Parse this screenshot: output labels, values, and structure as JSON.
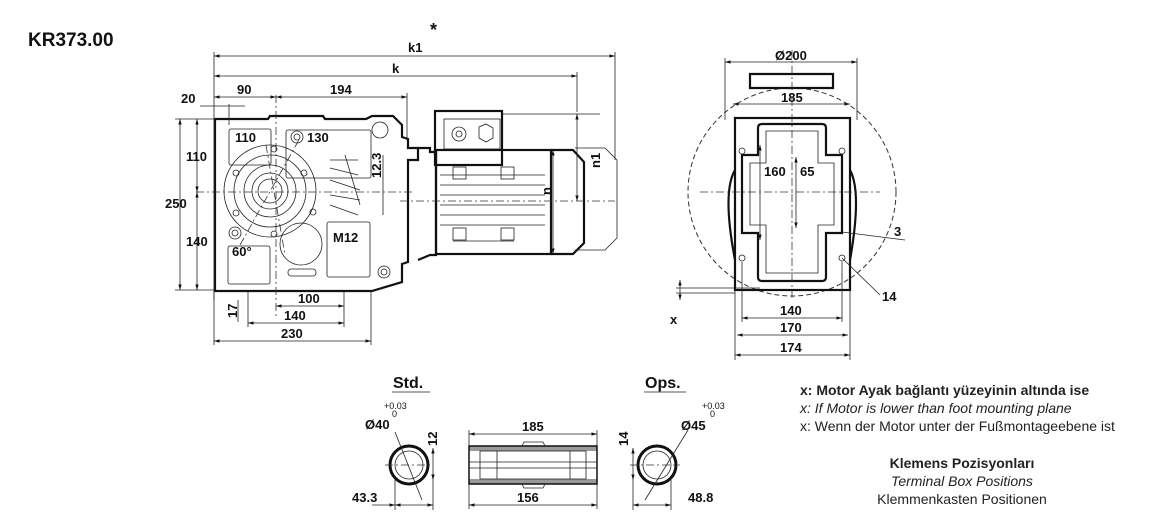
{
  "title": "KR373.00",
  "side_view": {
    "k1_mark": "*",
    "k1": "k1",
    "k": "k",
    "d20": "20",
    "d90": "90",
    "d194": "194",
    "d110_hole": "110",
    "d130_hole": "130",
    "d110_height": "110",
    "d250": "250",
    "d140_height": "140",
    "angle": "60°",
    "thread": "M12",
    "d12_3": "12.3",
    "n": "n",
    "n1": "n1",
    "d100": "100",
    "d140_width": "140",
    "d230": "230",
    "d17": "17"
  },
  "end_view": {
    "d200": "Ø200",
    "d185": "185",
    "d160": "160",
    "d65": "65",
    "d3": "3",
    "d14": "14",
    "d140": "140",
    "d170": "170",
    "d174": "174",
    "x": "x"
  },
  "shafts": {
    "std_label": "Std.",
    "ops_label": "Ops.",
    "std_tol_upper": "+0.03",
    "std_tol_lower": "0",
    "std_dia": "Ø40",
    "std_key": "12",
    "std_depth": "43.3",
    "length_outer": "185",
    "length_inner": "156",
    "ops_key": "14",
    "ops_dia": "Ø45",
    "ops_tol_upper": "+0.03",
    "ops_tol_lower": "0",
    "ops_depth": "48.8"
  },
  "notes": {
    "x_tr": "x: Motor Ayak bağlantı yüzeyinin altında ise",
    "x_en": "x: If Motor is lower than foot mounting plane",
    "x_de": "x: Wenn der Motor unter der Fußmontageebene ist",
    "terminal_tr": "Klemens Pozisyonları",
    "terminal_en": "Terminal Box Positions",
    "terminal_de": "Klemmenkasten Positionen"
  }
}
